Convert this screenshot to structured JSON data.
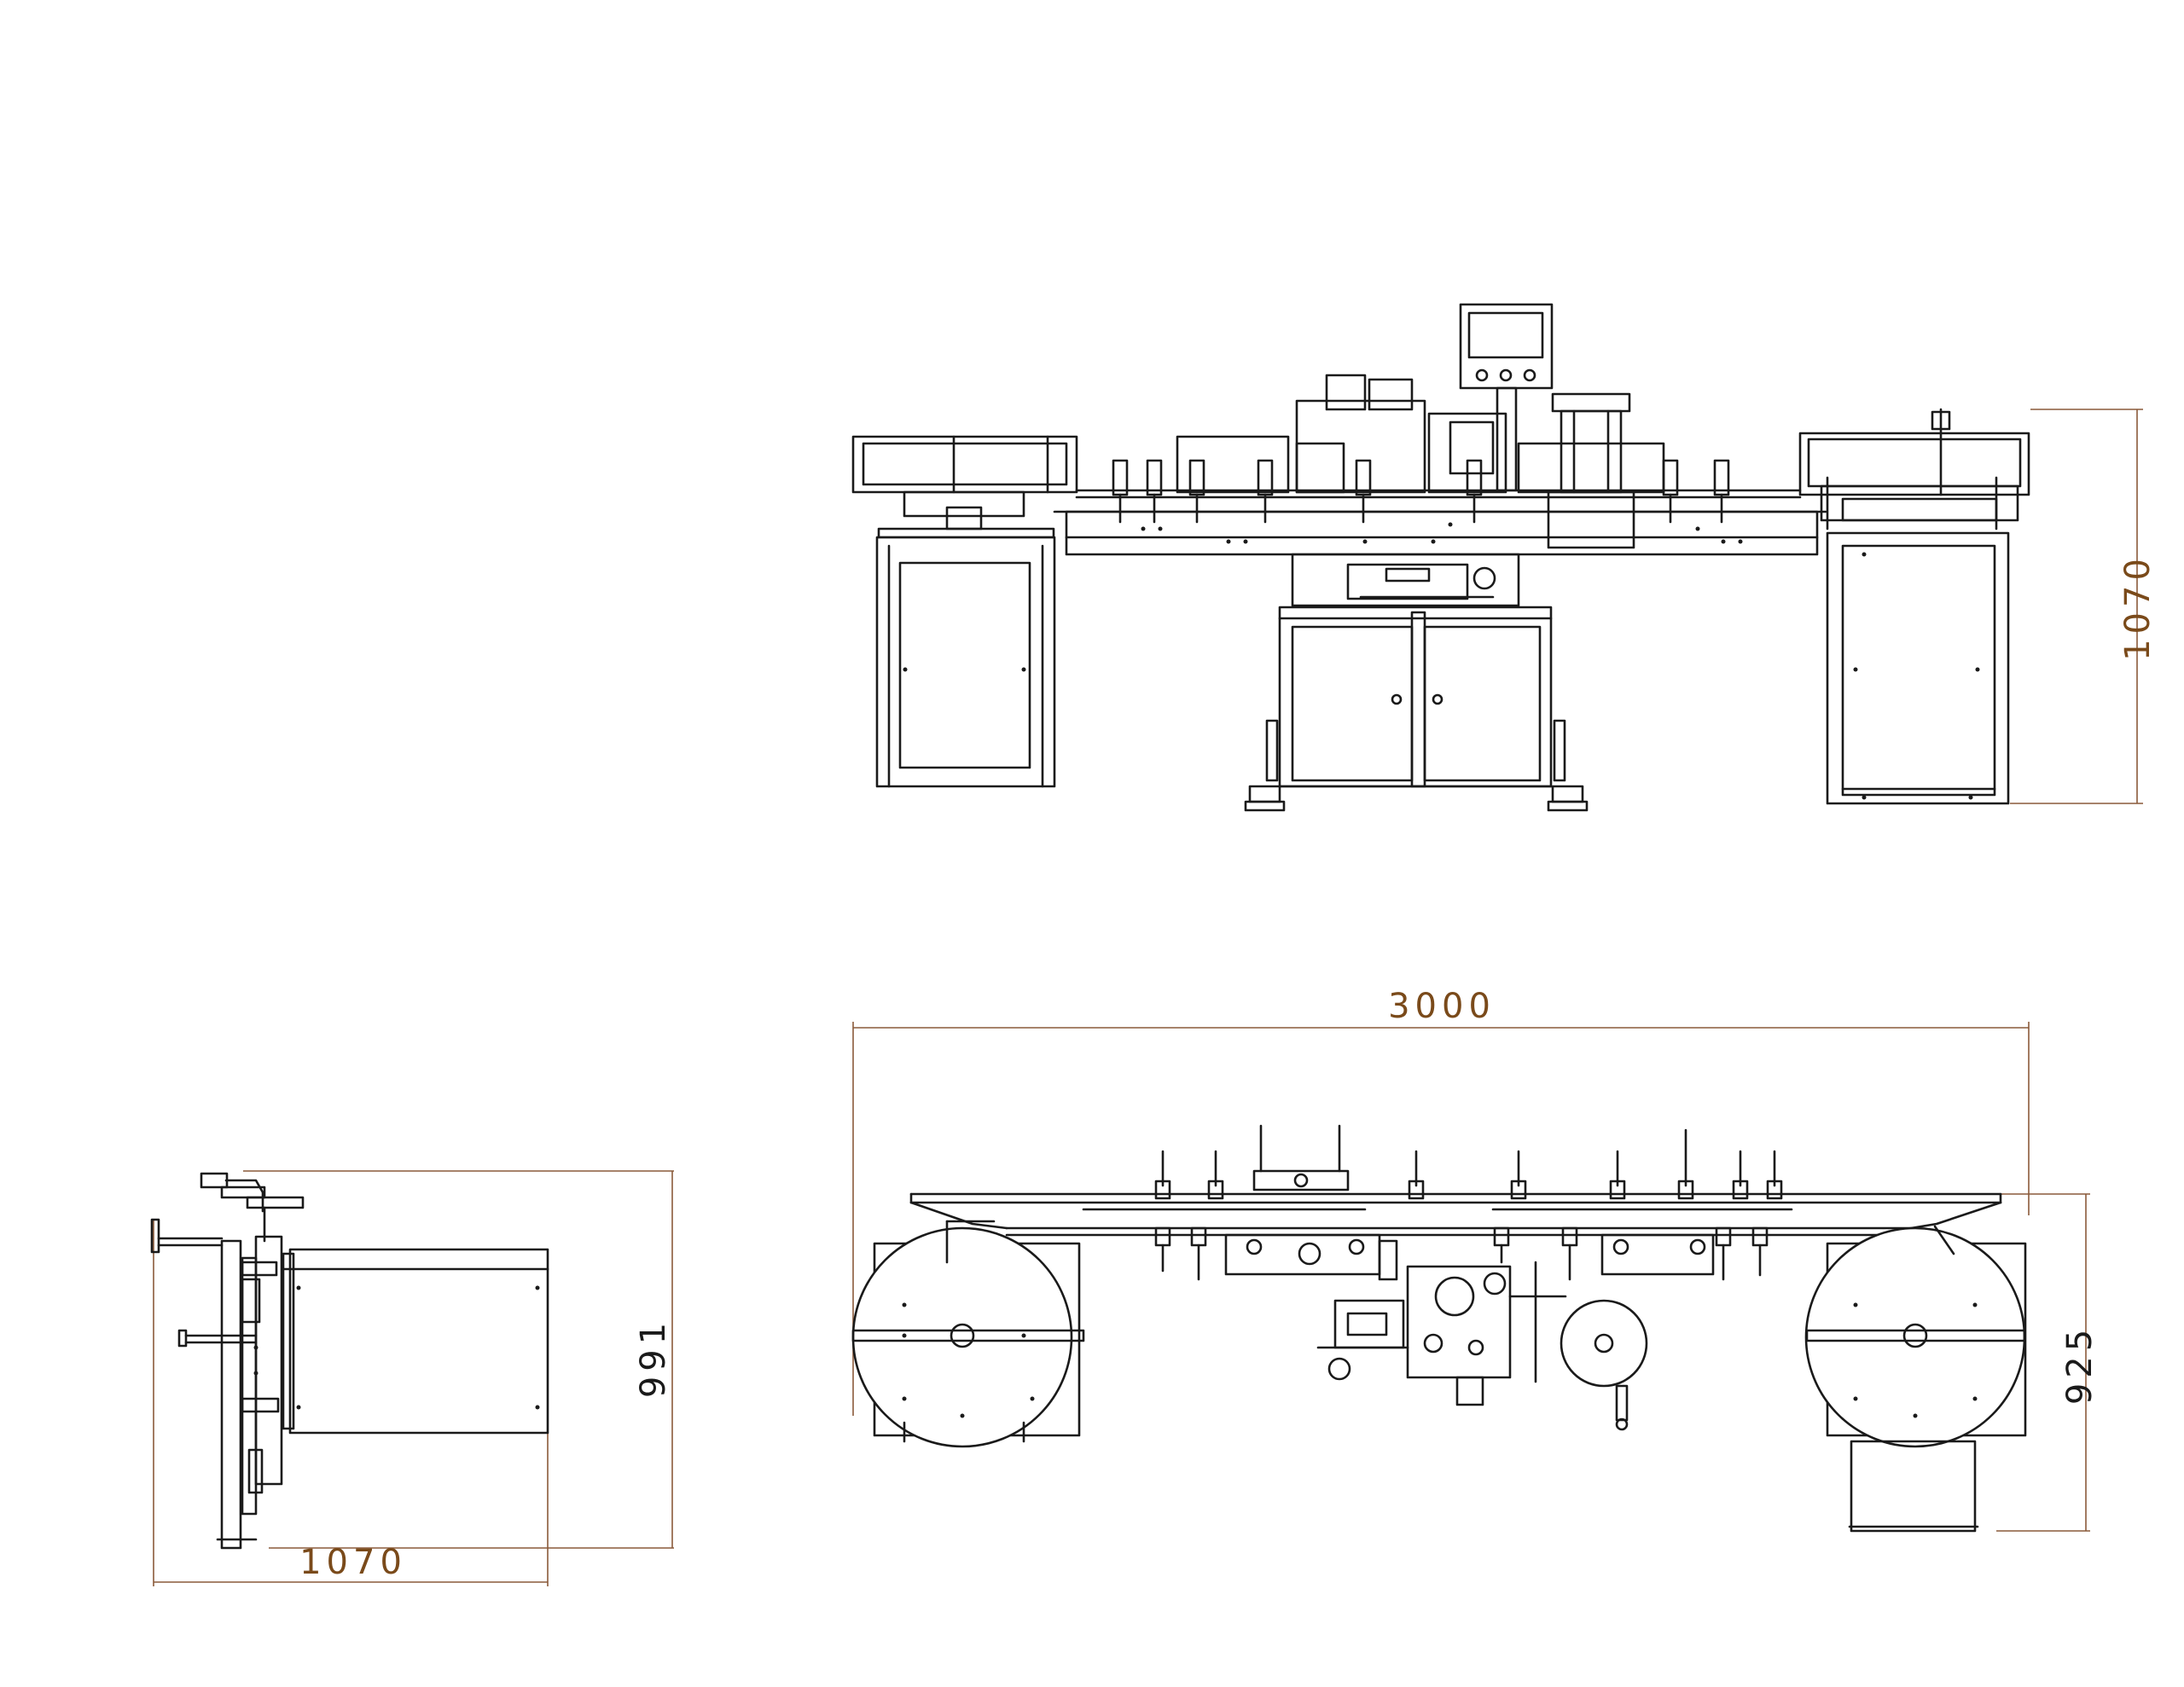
{
  "dimensions": {
    "front_height": "1070",
    "top_width": "3000",
    "top_depth": "925",
    "side_height": "991",
    "side_width": "1070"
  },
  "colors": {
    "line": "#1a1a1a",
    "dimension_line": "#8a5a3a",
    "dimension_text_brown": "#7a4a1a",
    "background": "#ffffff"
  }
}
